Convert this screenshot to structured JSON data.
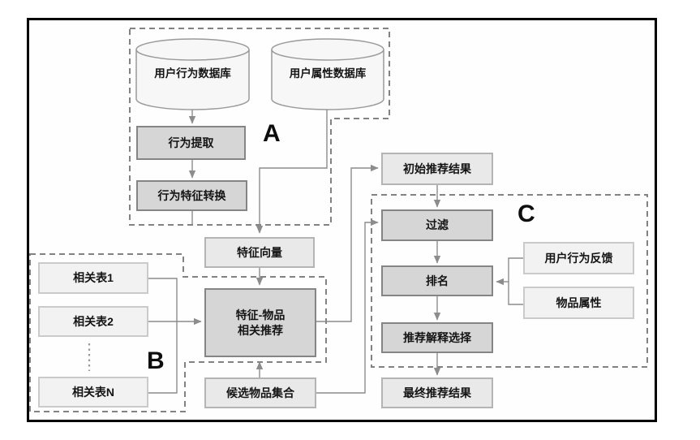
{
  "diagram": {
    "title": "recommendation-system-flow",
    "nodes": {
      "user_behavior_db": "用户行为数据库",
      "user_attribute_db": "用户属性数据库",
      "behavior_extract": "行为提取",
      "behavior_feature_convert": "行为特征转换",
      "feature_vector": "特征向量",
      "feature_item_rec_line1": "特征-物品",
      "feature_item_rec_line2": "相关推荐",
      "candidate_item_set": "候选物品集合",
      "initial_rec_result": "初始推荐结果",
      "filter": "过滤",
      "ranking": "排名",
      "rec_explanation_select": "推荐解释选择",
      "final_rec_result": "最终推荐结果",
      "user_behavior_feedback": "用户行为反馈",
      "item_attribute": "物品属性",
      "related_table_1": "相关表1",
      "related_table_2": "相关表2",
      "related_table_n": "相关表N"
    },
    "group_labels": {
      "a": "A",
      "b": "B",
      "c": "C"
    },
    "colors": {
      "frame": "#000000",
      "box_dark_fill": "#d6d6d6",
      "box_dark_border": "#858585",
      "box_medium_fill": "#e9e9e9",
      "box_medium_border": "#b4b4b4",
      "box_light_fill": "#f2f2f2",
      "box_light_border": "#cacaca",
      "cylinder_fill": "#f7f7f7",
      "dashed_border": "#828282",
      "connector": "#8c8c8c",
      "text": "#141414"
    }
  }
}
